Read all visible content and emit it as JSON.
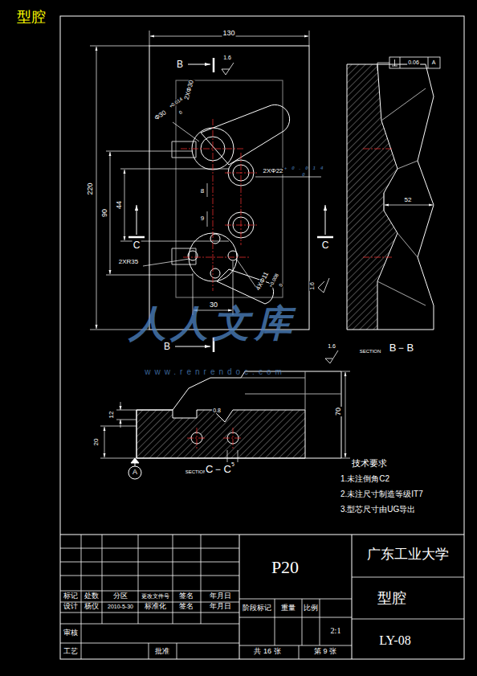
{
  "diagram": {
    "title": "型腔",
    "labels": [
      "130",
      "B",
      "1.6",
      "0.06",
      "A",
      "2XΦ30",
      "Φ30",
      "+0.014",
      "0",
      "2XΦ22",
      "+0.014",
      "0",
      "220",
      "90",
      "44",
      "8",
      "9",
      "C",
      "C",
      "2XR35",
      "4XΦ11",
      "+0.008",
      "0",
      "1.6",
      "30",
      "B",
      "52",
      "SECTION",
      "B－B",
      "1.6",
      "12",
      "20",
      "70",
      "0.8",
      "5",
      "A",
      "SECTION",
      "C－C",
      "技术要求",
      "1.未注倒角C2",
      "2.未注尺寸制造等级IT7",
      "3.型芯尺寸由UG导出",
      "人人文库",
      "www.renrendoc.com",
      "P20",
      "广东工业大学",
      "型腔",
      "标记",
      "处数",
      "分区",
      "更改文件号",
      "签名",
      "年月日",
      "设计",
      "杨仪",
      "2010-5-30",
      "标准化",
      "签名",
      "年月日",
      "阶段标记",
      "重量",
      "比例",
      "2:1",
      "审核",
      "工艺",
      "批准",
      "共 16 张",
      "第 9 张",
      "LY-08"
    ]
  }
}
